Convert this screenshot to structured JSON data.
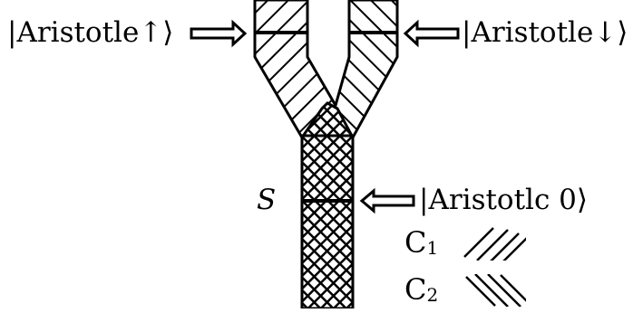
{
  "labels": {
    "ket_up": "|Aristotle↑⟩",
    "ket_down": "|Aristotle↓⟩",
    "ket_zero": "|Aristotlc 0⟩",
    "point_s": "S"
  },
  "legend": [
    {
      "letter": "C",
      "index": "1",
      "pattern": "hatch-forward"
    },
    {
      "letter": "C",
      "index": "2",
      "pattern": "hatch-back"
    }
  ],
  "colors": {
    "ink": "#000000",
    "paper": "#ffffff"
  },
  "icons": {
    "arrow": "hollow-arrow-icon"
  }
}
